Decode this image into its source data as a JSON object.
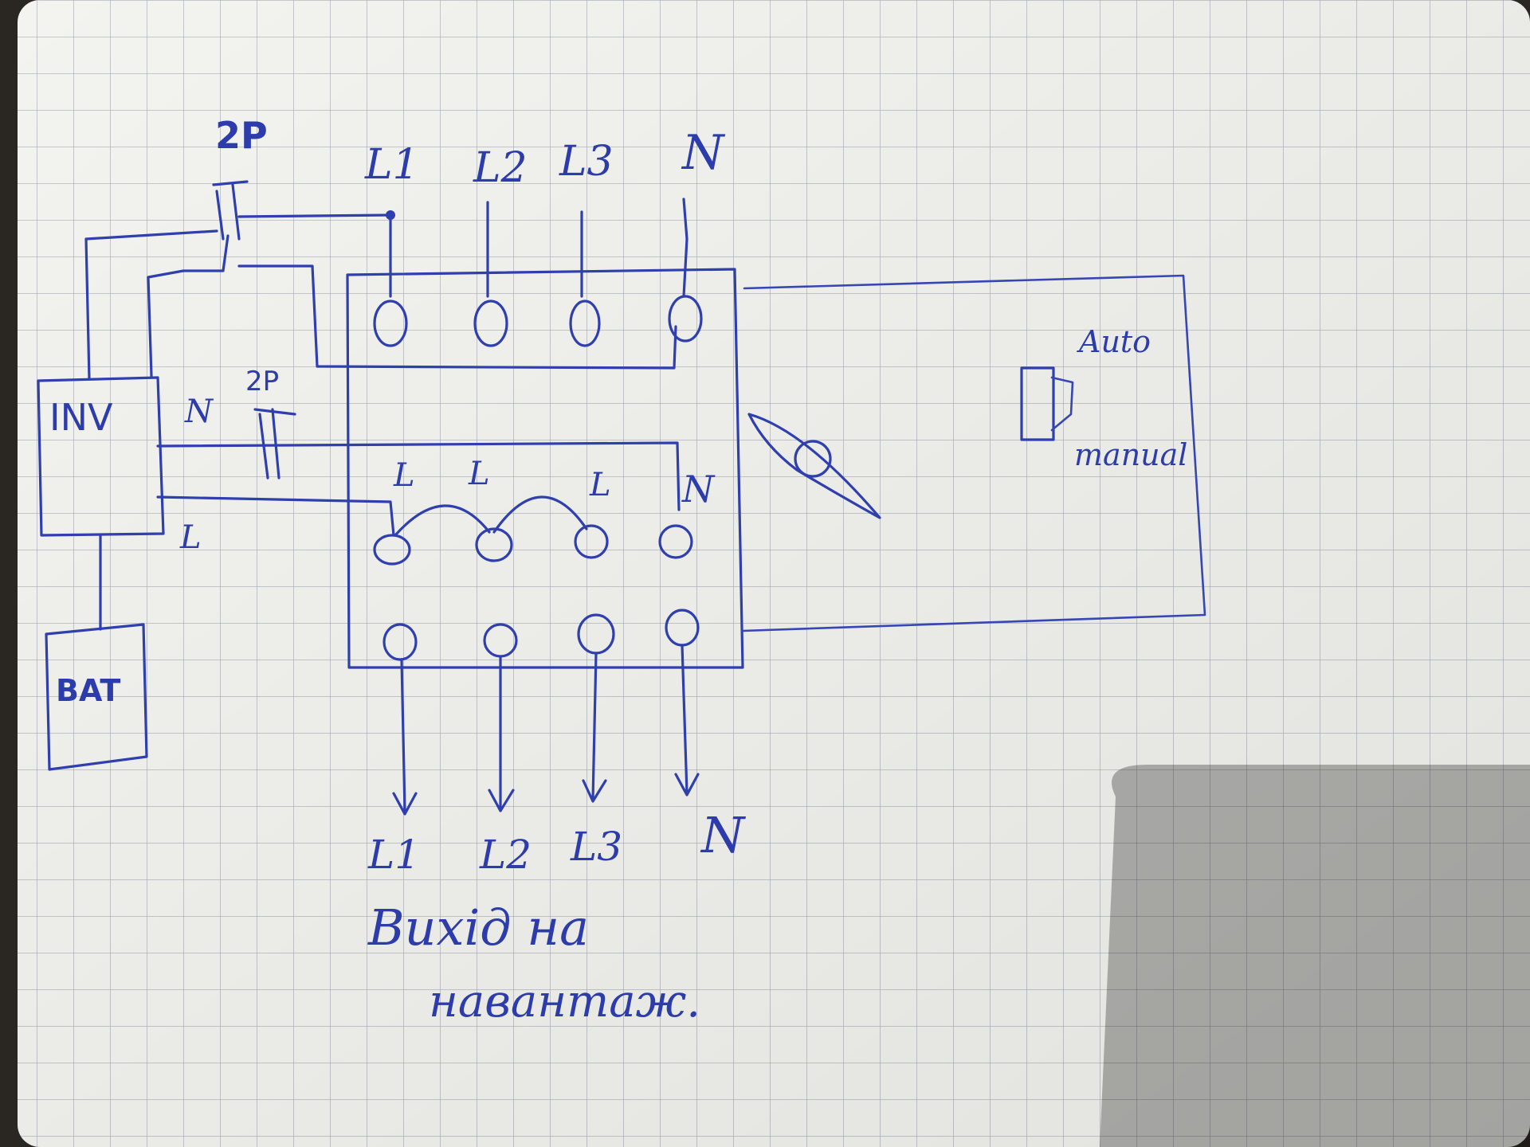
{
  "colors": {
    "ink": "#2f3fae",
    "paper": "#f3f3ef",
    "grid": "#a9adb3",
    "background": "#2a2622"
  },
  "labels": {
    "breaker_top": "2P",
    "breaker_mid": "2P",
    "inverter": "INV",
    "battery": "BAT",
    "inv_n": "N",
    "inv_l": "L",
    "in_l1": "L1",
    "in_l2": "L2",
    "in_l3": "L3",
    "in_n": "N",
    "bridge_l_1": "L",
    "bridge_l_2": "L",
    "bridge_l_3": "L",
    "bridge_n": "N",
    "out_l1": "L1",
    "out_l2": "L2",
    "out_l3": "L3",
    "out_n": "N",
    "switch_auto": "Auto",
    "switch_manual": "manual",
    "caption_line1": "Вихід на",
    "caption_line2": "навантаж."
  }
}
